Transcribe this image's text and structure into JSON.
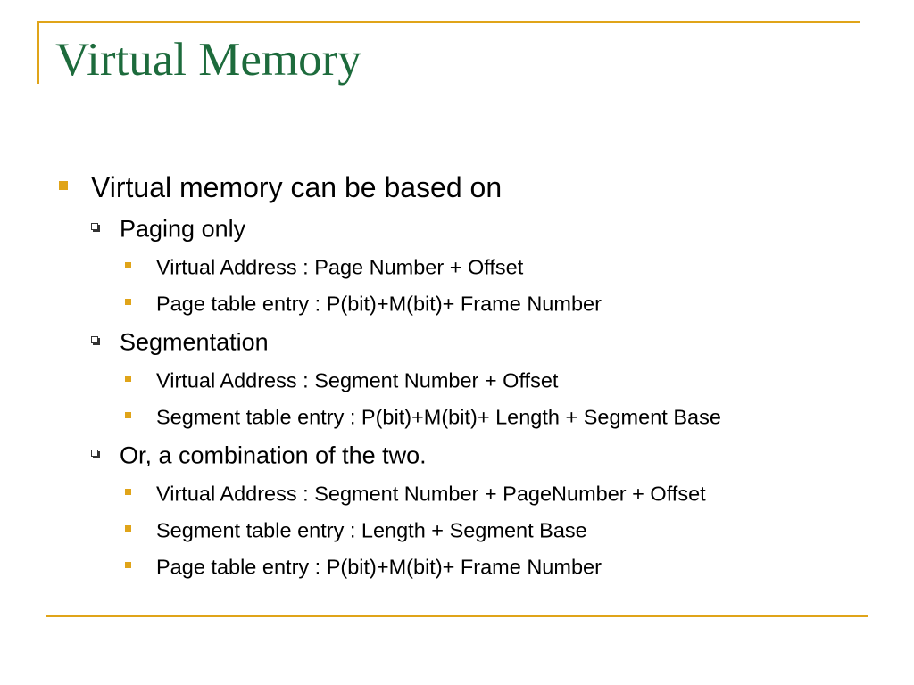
{
  "slide": {
    "title": "Virtual Memory",
    "accent_color": "#e0a419",
    "title_color": "#1d6b3c"
  },
  "bullets": {
    "main": "Virtual memory can be based on",
    "paging": {
      "label": "Paging only",
      "items": [
        "Virtual Address : Page Number + Offset",
        "Page table entry : P(bit)+M(bit)+ Frame Number"
      ]
    },
    "segmentation": {
      "label": "Segmentation",
      "items": [
        "Virtual Address : Segment Number + Offset",
        "Segment table entry : P(bit)+M(bit)+ Length + Segment Base"
      ]
    },
    "combination": {
      "label": "Or, a combination of the two.",
      "items": [
        "Virtual Address : Segment Number + PageNumber + Offset",
        "Segment table entry : Length + Segment Base",
        "Page table entry : P(bit)+M(bit)+ Frame Number"
      ]
    }
  }
}
